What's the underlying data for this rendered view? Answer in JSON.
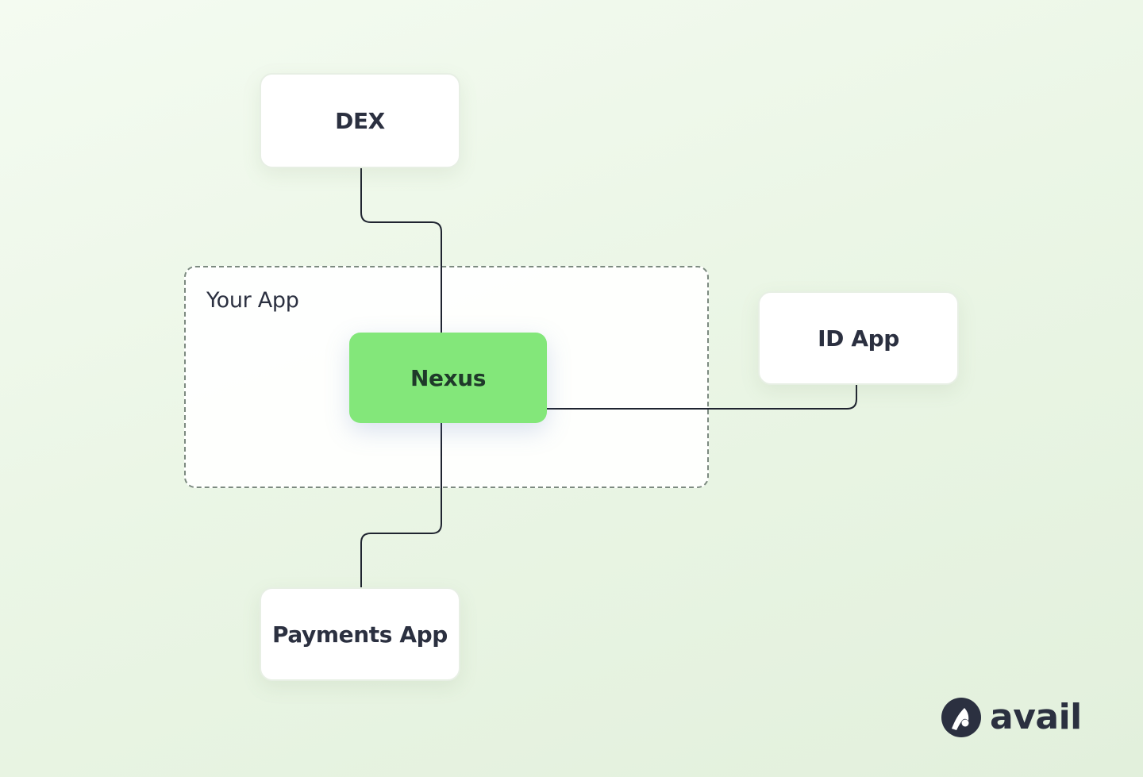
{
  "diagram": {
    "group": {
      "label": "Your App"
    },
    "nodes": {
      "dex": "DEX",
      "nexus": "Nexus",
      "id_app": "ID App",
      "payments_app": "Payments App"
    },
    "edges": [
      {
        "from": "dex",
        "to": "nexus"
      },
      {
        "from": "nexus",
        "to": "id_app"
      },
      {
        "from": "nexus",
        "to": "payments_app"
      }
    ]
  },
  "brand": {
    "name": "avail",
    "icon": "avail-logo-icon"
  },
  "colors": {
    "nexus_fill": "#83e77a",
    "connector": "#1f2430",
    "group_border": "#7c8a80",
    "text": "#2b3040"
  }
}
